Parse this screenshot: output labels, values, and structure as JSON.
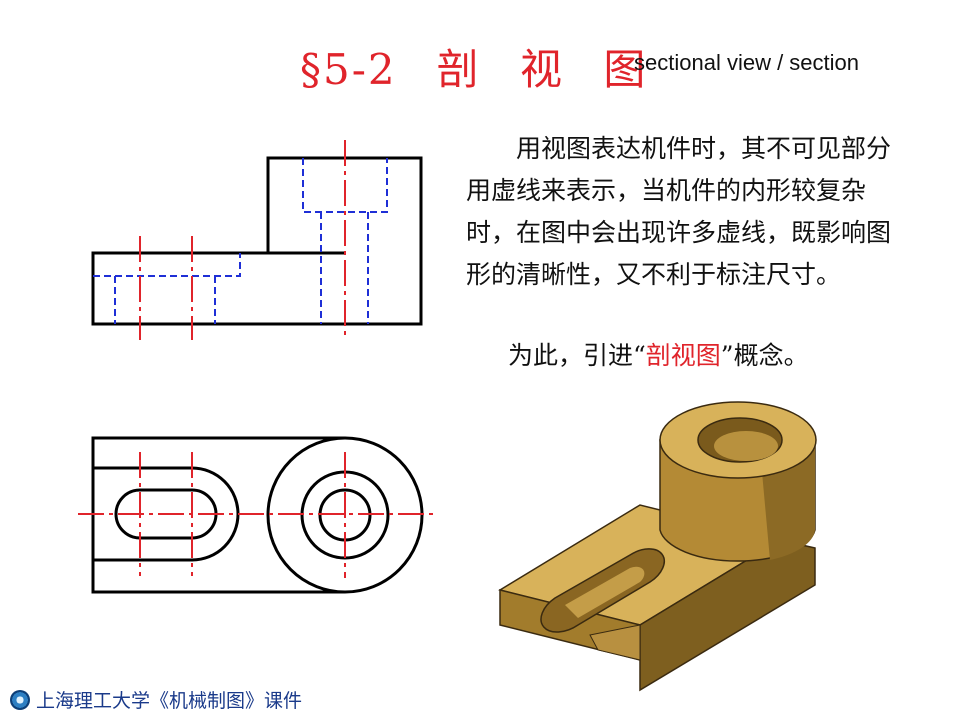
{
  "title": {
    "section": "§5-2",
    "chinese": "剖 视 图"
  },
  "subtitle": "sectional view / section",
  "paragraph1": "用视图表达机件时，其不可见部分用虚线来表示，当机件的内形较复杂时，在图中会出现许多虚线，既影响图形的清晰性，又不利于标注尺寸。",
  "paragraph2": {
    "before": "为此，引进“",
    "highlight": "剖视图",
    "after": "”概念。"
  },
  "footer": {
    "text": "上海理工大学《机械制图》课件",
    "logo_icon": "university-seal-icon"
  },
  "colors": {
    "title": "#e0242b",
    "centerline": "#e0242b",
    "hidden_line": "#1f2fd6",
    "outline": "#000000",
    "model": "#c9a34b"
  }
}
